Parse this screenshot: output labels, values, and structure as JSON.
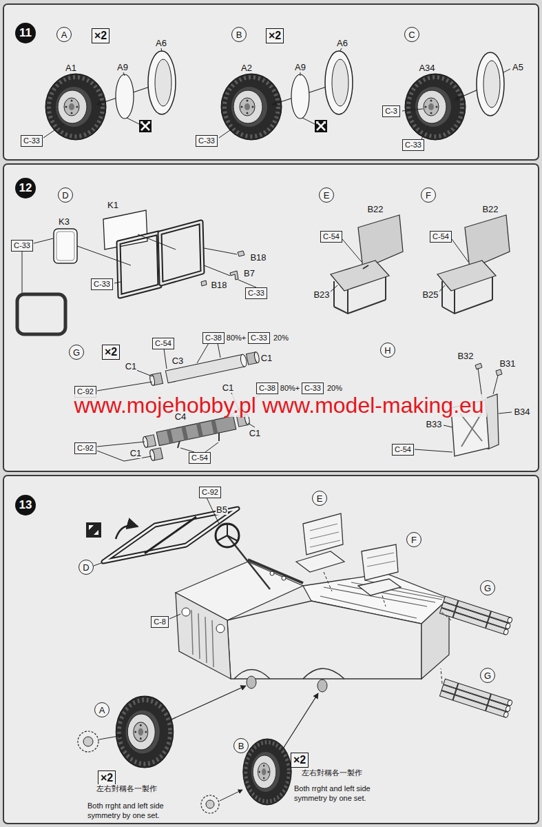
{
  "diagram": {
    "nodes": [
      {
        "text": [
          "11"
        ]
      },
      {
        "text": [
          "A"
        ]
      },
      {
        "text": [
          "×2"
        ]
      },
      {
        "text": [
          "B"
        ]
      },
      {
        "text": [
          "×2"
        ]
      },
      {
        "text": [
          "C"
        ]
      },
      {
        "text": [
          "C-33"
        ]
      },
      {
        "text": [
          "C-33"
        ]
      },
      {
        "text": [
          "C-3"
        ]
      },
      {
        "text": [
          "C-33"
        ]
      },
      {
        "text": [
          "12"
        ]
      },
      {
        "text": [
          "D"
        ]
      },
      {
        "text": [
          "E"
        ]
      },
      {
        "text": [
          "F"
        ]
      },
      {
        "text": [
          "C-33"
        ]
      },
      {
        "text": [
          "C-54"
        ]
      },
      {
        "text": [
          "C-54"
        ]
      },
      {
        "text": [
          "C-33"
        ]
      },
      {
        "text": [
          "C-33"
        ]
      },
      {
        "text": [
          "G"
        ]
      },
      {
        "text": [
          "×2"
        ]
      },
      {
        "text": [
          "C-54"
        ]
      },
      {
        "text": [
          "C-38"
        ]
      },
      {
        "text": [
          "C-33"
        ]
      },
      {
        "text": [
          "H"
        ]
      },
      {
        "text": [
          "C-38"
        ]
      },
      {
        "text": [
          "C-33"
        ]
      },
      {
        "text": [
          "C-92"
        ]
      },
      {
        "text": [
          "C-54"
        ]
      },
      {
        "text": [
          "C-92"
        ]
      },
      {
        "text": [
          "C-54"
        ]
      },
      {
        "text": [
          "13"
        ]
      },
      {
        "text": [
          "C-92"
        ]
      },
      {
        "text": [
          "E"
        ]
      },
      {
        "text": [
          "F"
        ]
      },
      {
        "text": [
          "D"
        ]
      },
      {
        "text": [
          "G"
        ]
      },
      {
        "text": [
          "C-8"
        ]
      },
      {
        "text": [
          "G"
        ]
      },
      {
        "text": [
          "A"
        ]
      },
      {
        "text": [
          "B"
        ]
      },
      {
        "text": [
          "×2"
        ]
      },
      {
        "text": [
          "×2"
        ]
      }
    ],
    "labels": [
      "A1",
      "A9",
      "A6",
      "A2",
      "A9",
      "A6",
      "A34",
      "A5",
      "K1",
      "K3",
      "B22",
      "B22",
      "B18",
      "B7",
      "B18",
      "B23",
      "B25",
      "80%+",
      "20%",
      "B32",
      "C1",
      "C3",
      "C1",
      "B31",
      "80%+",
      "20%",
      "C1",
      "www.mojehobby.pl www.model-making.eu",
      "C4",
      "B34",
      "B33",
      "C1",
      "C1",
      "B5",
      "左右對稱各一製作",
      "Both rrght and left side symmetry by one set.",
      "左右對稱各一製作",
      "Both rrght and left side symmetry by one set."
    ]
  }
}
